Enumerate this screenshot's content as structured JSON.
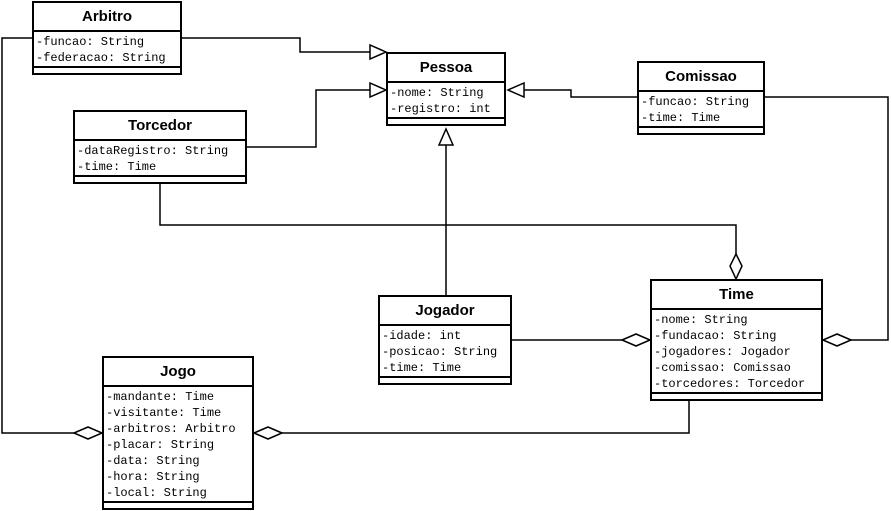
{
  "classes": {
    "arbitro": {
      "name": "Arbitro",
      "attrs": [
        "-funcao: String",
        "-federacao: String"
      ]
    },
    "pessoa": {
      "name": "Pessoa",
      "attrs": [
        "-nome: String",
        "-registro: int"
      ]
    },
    "comissao": {
      "name": "Comissao",
      "attrs": [
        "-funcao: String",
        "-time: Time"
      ]
    },
    "torcedor": {
      "name": "Torcedor",
      "attrs": [
        "-dataRegistro: String",
        "-time: Time"
      ]
    },
    "jogador": {
      "name": "Jogador",
      "attrs": [
        "-idade: int",
        "-posicao: String",
        "-time: Time"
      ]
    },
    "time": {
      "name": "Time",
      "attrs": [
        "-nome: String",
        "-fundacao: String",
        "-jogadores: Jogador",
        "-comissao: Comissao",
        "-torcedores: Torcedor"
      ]
    },
    "jogo": {
      "name": "Jogo",
      "attrs": [
        "-mandante: Time",
        "-visitante: Time",
        "-arbitros: Arbitro",
        "-placar: String",
        "-data: String",
        "-hora: String",
        "-local: String"
      ]
    }
  },
  "relations": [
    {
      "from": "Arbitro",
      "to": "Pessoa",
      "type": "generalization"
    },
    {
      "from": "Torcedor",
      "to": "Pessoa",
      "type": "generalization"
    },
    {
      "from": "Comissao",
      "to": "Pessoa",
      "type": "generalization"
    },
    {
      "from": "Jogador",
      "to": "Pessoa",
      "type": "generalization"
    },
    {
      "from": "Torcedor",
      "to": "Time",
      "type": "aggregation"
    },
    {
      "from": "Jogador",
      "to": "Time",
      "type": "aggregation"
    },
    {
      "from": "Comissao",
      "to": "Time",
      "type": "aggregation"
    },
    {
      "from": "Arbitro",
      "to": "Jogo",
      "type": "aggregation"
    },
    {
      "from": "Time",
      "to": "Jogo",
      "type": "aggregation"
    }
  ]
}
